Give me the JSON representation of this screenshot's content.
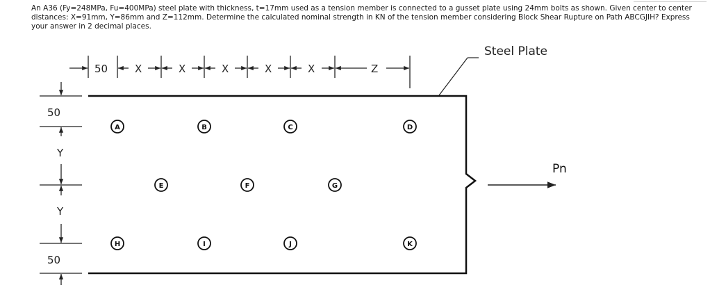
{
  "problem": {
    "text": "An A36 (Fy=248MPa, Fu=400MPa) steel plate with thickness, t=17mm used as a tension member is connected to a gusset plate using 24mm bolts as shown. Given center to center distances: X=91mm, Y=86mm and Z=112mm. Determine the calculated nominal strength in KN of the tension member considering Block Shear Rupture on Path ABCGJIH? Express your answer in 2 decimal places."
  },
  "diagram": {
    "plate_label": "Steel Plate",
    "load_label": "Pn",
    "top_dims": [
      "50",
      "X",
      "X",
      "X",
      "X",
      "X",
      "Z"
    ],
    "left_dims": [
      "50",
      "Y",
      "Y",
      "50"
    ],
    "bolts": {
      "A": "A",
      "B": "B",
      "C": "C",
      "D": "D",
      "E": "E",
      "F": "F",
      "G": "G",
      "H": "H",
      "I": "I",
      "J": "J",
      "K": "K"
    }
  }
}
